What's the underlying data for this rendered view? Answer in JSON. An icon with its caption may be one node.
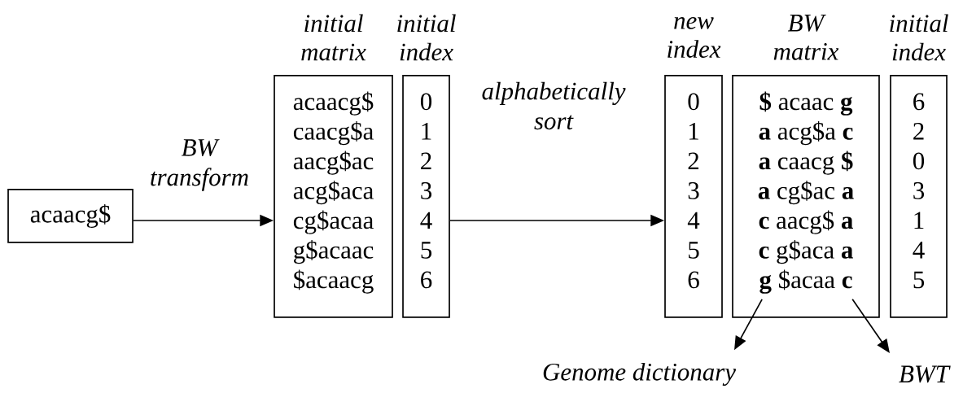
{
  "diagram": {
    "nodes": [
      {
        "text": [
          "acaacg$"
        ]
      },
      {
        "text": [
          "initial matrix",
          "acaacg$",
          "caacg$a",
          "aacg$ac",
          "acg$aca",
          "cg$acaa",
          "g$acaac",
          "$acaacg"
        ]
      },
      {
        "text": [
          "initial index",
          "0",
          "1",
          "2",
          "3",
          "4",
          "5",
          "6"
        ]
      },
      {
        "text": [
          "new index",
          "0",
          "1",
          "2",
          "3",
          "4",
          "5",
          "6"
        ]
      },
      {
        "text": [
          "BW matrix",
          "**$** acaac **g**",
          "**a** acg$a **c**",
          "**a** caacg **$**",
          "**a** cg$ac **a**",
          "**c** aacg$ **a**",
          "**c** g$aca **a**",
          "**g** $acaa **c**"
        ]
      },
      {
        "text": [
          "initial index",
          "6",
          "2",
          "0",
          "3",
          "1",
          "4",
          "5"
        ]
      },
      {
        "text": [
          "Genome dictionary"
        ]
      },
      {
        "text": [
          "BWT"
        ]
      }
    ],
    "edges": [
      {
        "from": 0,
        "to": 1,
        "arrow": "to",
        "label": "BW transform"
      },
      {
        "from": 2,
        "to": 3,
        "arrow": "to",
        "label": "alphabetically sort"
      },
      {
        "from": 4,
        "to": 6,
        "arrow": "to"
      },
      {
        "from": 4,
        "to": 7,
        "arrow": "to"
      }
    ]
  }
}
